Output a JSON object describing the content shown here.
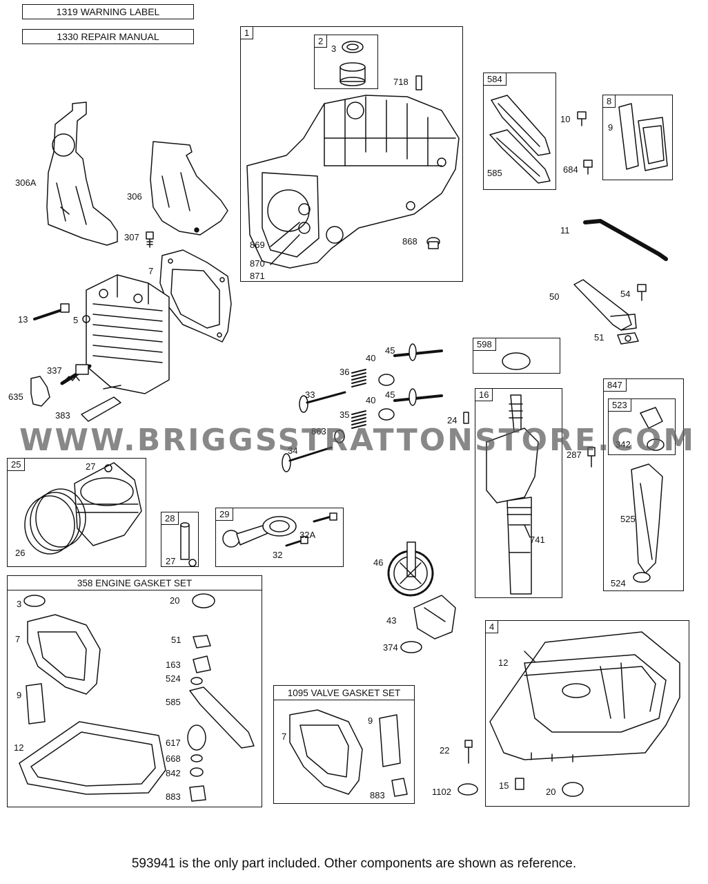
{
  "header_boxes": {
    "warning_label": "1319 WARNING LABEL",
    "repair_manual": "1330 REPAIR MANUAL"
  },
  "groups": {
    "g1": "1",
    "g2": "2",
    "g584": "584",
    "g8": "8",
    "g598": "598",
    "g16": "16",
    "g847": "847",
    "g523": "523",
    "g25": "25",
    "g28": "28",
    "g29": "29",
    "g4": "4"
  },
  "kits": {
    "engine_gasket_set": "358 ENGINE GASKET SET",
    "valve_gasket_set": "1095 VALVE GASKET SET"
  },
  "labels": {
    "l306A": "306A",
    "l306": "306",
    "l307": "307",
    "l7": "7",
    "l13": "13",
    "l5": "5",
    "l337": "337",
    "l635": "635",
    "l383": "383",
    "l3": "3",
    "l718": "718",
    "l869": "869",
    "l870": "870",
    "l871": "871",
    "l868": "868",
    "l585": "585",
    "l10": "10",
    "l684": "684",
    "l9": "9",
    "l11": "11",
    "l50": "50",
    "l54": "54",
    "l51": "51",
    "l36": "36",
    "l40a": "40",
    "l45a": "45",
    "l33": "33",
    "l40b": "40",
    "l45b": "45",
    "l35": "35",
    "l863": "863",
    "l34": "34",
    "l24": "24",
    "l287": "287",
    "l342": "342",
    "l525": "525",
    "l524": "524",
    "l741": "741",
    "l27a": "27",
    "l26": "26",
    "l27b": "27",
    "l32A": "32A",
    "l32": "32",
    "l46": "46",
    "l43": "43",
    "l374": "374",
    "l12": "12",
    "l22": "22",
    "l1102": "1102",
    "l15": "15",
    "l20": "20",
    "k_3": "3",
    "k_20": "20",
    "k_7": "7",
    "k_51": "51",
    "k_163": "163",
    "k_524": "524",
    "k_9": "9",
    "k_585": "585",
    "k_12": "12",
    "k_617": "617",
    "k_668": "668",
    "k_842": "842",
    "k_883": "883",
    "v_7": "7",
    "v_9": "9",
    "v_883": "883"
  },
  "watermark": "WWW.BRIGGSSTRATTONSTORE.COM",
  "footer": "593941 is the only part included. Other components are shown as reference."
}
